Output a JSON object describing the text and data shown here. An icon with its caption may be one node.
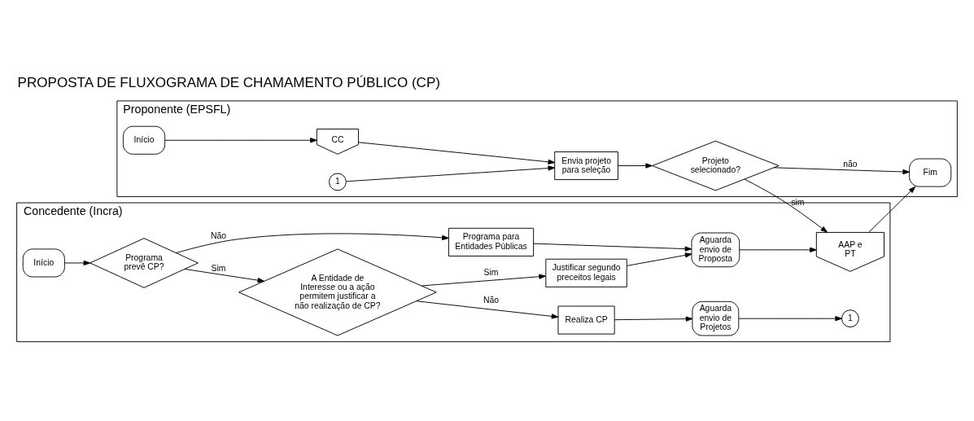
{
  "diagram": {
    "title": "PROPOSTA DE FLUXOGRAMA DE CHAMAMENTO PÚBLICO (CP)",
    "nodes": [
      {
        "text": [
          "Proponente (EPSFL)"
        ]
      },
      {
        "text": [
          "Início"
        ],
        "in": 0
      },
      {
        "text": [
          "1"
        ],
        "in": 0
      },
      {
        "text": [
          "CC"
        ],
        "in": 0
      },
      {
        "text": [
          "Envia projeto para seleção"
        ],
        "in": 0
      },
      {
        "text": [
          "Projeto selecionado?"
        ],
        "in": 0
      },
      {
        "text": [
          "Fim"
        ],
        "in": 0
      },
      {
        "text": [
          "Concedente (Incra)"
        ]
      },
      {
        "text": [
          "Início"
        ],
        "in": 7
      },
      {
        "text": [
          "Programa prevê CP?"
        ],
        "in": 7
      },
      {
        "text": [
          "A Entidade de Interesse ou a ação permitem justificar a não realização de CP?"
        ],
        "in": 7
      },
      {
        "text": [
          "Realiza CP"
        ],
        "in": 7
      },
      {
        "text": [
          "Aguarda envio de Projetos"
        ],
        "in": 7
      },
      {
        "text": [
          "1"
        ],
        "in": 7
      },
      {
        "text": [
          "Justificar segundo preceitos legais"
        ],
        "in": 7
      },
      {
        "text": [
          "Programa para Entidades Públicas"
        ],
        "in": 7
      },
      {
        "text": [
          "Aguarda envio de Proposta"
        ],
        "in": 7
      },
      {
        "text": [
          "AAP e PT"
        ],
        "in": 7
      }
    ],
    "edges": [
      {
        "from": 1,
        "to": 3,
        "arrow": "to"
      },
      {
        "from": 2,
        "to": 4,
        "arrow": "to"
      },
      {
        "from": 3,
        "to": 4,
        "arrow": "to"
      },
      {
        "from": 4,
        "to": 5,
        "arrow": "to"
      },
      {
        "from": 5,
        "to": 6,
        "arrow": "to",
        "label": "não"
      },
      {
        "from": 5,
        "to": 17,
        "arrow": "to",
        "label": "sim"
      },
      {
        "from": 8,
        "to": 9,
        "arrow": "to"
      },
      {
        "from": 9,
        "to": 10,
        "arrow": "to",
        "label": "Sim"
      },
      {
        "from": 9,
        "to": 15,
        "arrow": "to",
        "label": "Não"
      },
      {
        "from": 10,
        "to": 11,
        "arrow": "to",
        "label": "Não"
      },
      {
        "from": 10,
        "to": 14,
        "arrow": "to",
        "label": "Sim"
      },
      {
        "from": 11,
        "to": 12,
        "arrow": "to"
      },
      {
        "from": 12,
        "to": 13,
        "arrow": "to"
      },
      {
        "from": 14,
        "to": 16,
        "arrow": "to"
      },
      {
        "from": 15,
        "to": 16,
        "arrow": "to"
      },
      {
        "from": 16,
        "to": 17,
        "arrow": "to"
      },
      {
        "from": 17,
        "to": 6,
        "arrow": "to"
      }
    ]
  }
}
